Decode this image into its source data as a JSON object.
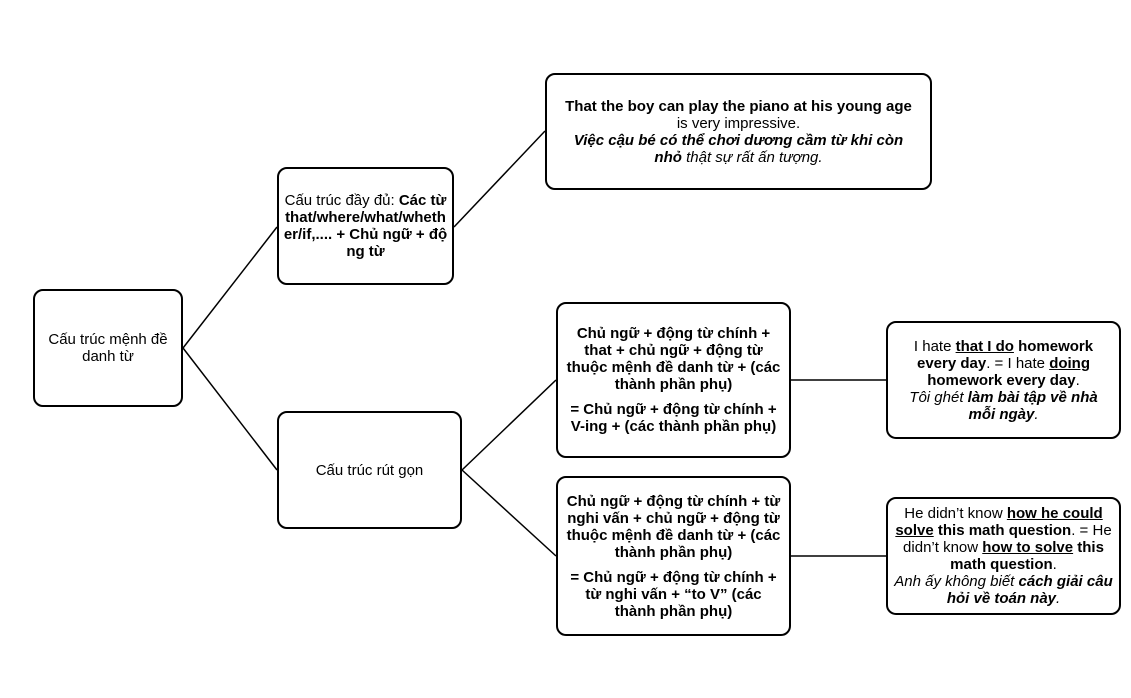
{
  "root": {
    "text": "Cấu trúc mệnh đề danh từ"
  },
  "full": {
    "prefix": "Cấu trúc đầy đủ: ",
    "formula": "Các từ that/where/what/whether/if,.... + Chủ ngữ + động từ"
  },
  "reduced": {
    "text": "Cấu trúc rút gọn"
  },
  "example_full": {
    "bold_en": "That the boy can play the piano at his young age",
    "rest_en": " is very impressive.",
    "bi_vi": "Việc cậu bé có thể chơi dương cầm từ khi còn nhỏ",
    "rest_vi": " thật sự rất ấn tượng."
  },
  "reduced_ving": {
    "line1": "Chủ ngữ  + động từ chính + that + chủ ngữ + động từ thuộc mệnh đề danh từ + (các thành phần phụ)",
    "line2": "= Chủ ngữ  + động từ chính + V-ing + (các thành phần phụ)"
  },
  "reduced_tov": {
    "line1": "Chủ ngữ  + động từ chính + từ nghi vấn + chủ ngữ + động từ thuộc mệnh đề danh từ + (các thành phần phụ)",
    "line2": "= Chủ ngữ  + động từ chính + từ nghi vấn + “to V” (các thành phần phụ)"
  },
  "example_ving": {
    "t1": "I hate ",
    "u1": "that I do",
    "t2": " homework every day",
    "t3": ". = I hate ",
    "u2": "doing",
    "t4": " homework every day",
    "t5": ".",
    "vi1": "Tôi ghét ",
    "vi_bi": "làm bài tập về nhà mỗi ngày",
    "vi2": "."
  },
  "example_tov": {
    "t1": "He didn’t know ",
    "u1": "how he could solve",
    "t2": " this math question",
    "t3": ". = He didn’t know ",
    "u2": "how to solve",
    "t4": " this math question",
    "t5": ".",
    "vi1": "Anh ấy không biết ",
    "vi_bi": "cách giải câu hỏi về toán này",
    "vi2": "."
  }
}
